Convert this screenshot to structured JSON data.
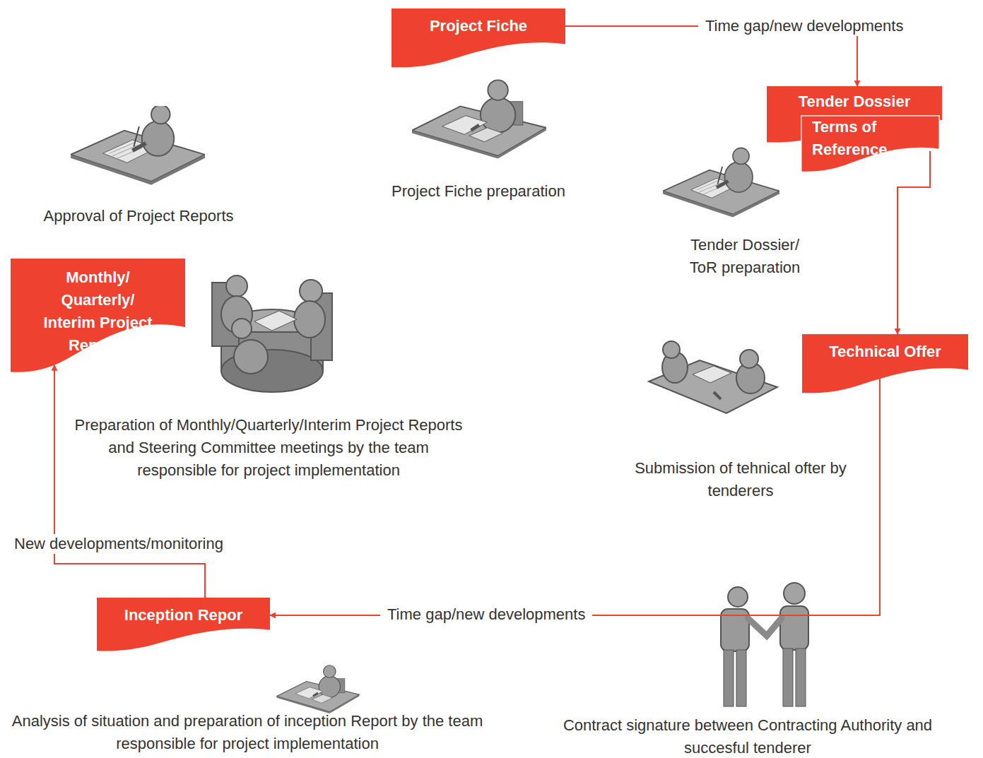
{
  "diagram": {
    "nodes": [
      {
        "text": [
          "Project Fiche"
        ]
      },
      {
        "text": [
          "Tender Dossier"
        ]
      },
      {
        "text": [
          "Terms of Reference"
        ]
      },
      {
        "text": [
          "Technical Offer"
        ]
      },
      {
        "text": [
          "Inception Repor"
        ]
      },
      {
        "text": [
          "Monthly/ Quarterly/ Interim Project Reports"
        ]
      }
    ],
    "edges": [
      {
        "from": 0,
        "to": 1,
        "label": "Time gap/new developments",
        "arrow": "to"
      },
      {
        "from": 2,
        "to": 3,
        "arrow": "to"
      },
      {
        "from": 3,
        "to": 4,
        "label": "Time gap/new developments",
        "arrow": "to"
      },
      {
        "from": 4,
        "to": 5,
        "label": "New developments/monitoring",
        "arrow": "to"
      }
    ],
    "labels": [
      "Approval of Project Reports",
      "Project Fiche preparation",
      "Tender Dossier/ ToR preparation",
      "Submission of tehnical ofter by tenderers",
      "Preparation of Monthly/Quarterly/Interim Project Reports and Steering Committee meetings by the team responsible for project implementation",
      "Analysis of situation and preparation of inception Report by the team responsible for project implementation",
      "Contract signature between Contracting Authority and succesful tenderer"
    ]
  }
}
